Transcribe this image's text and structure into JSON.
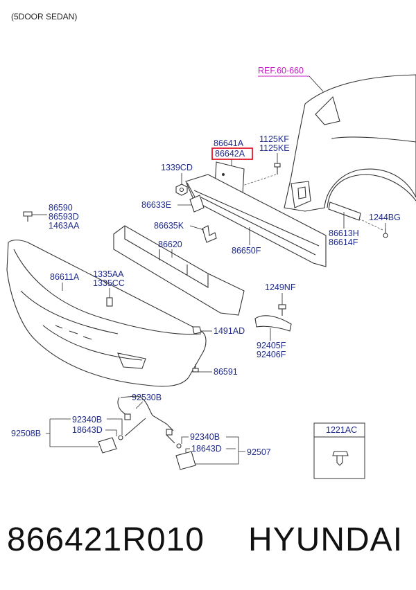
{
  "header": {
    "variant": "(5DOOR SEDAN)",
    "ref": "REF.60-660"
  },
  "labels": {
    "l86641A": "86641A",
    "l86642A": "86642A",
    "l1125KF": "1125KF",
    "l1125KE": "1125KE",
    "l1339CD": "1339CD",
    "l86590": "86590",
    "l86593D": "86593D",
    "l1463AA": "1463AA",
    "l86633E": "86633E",
    "l86635K": "86635K",
    "l86620": "86620",
    "l86650F": "86650F",
    "l86613H": "86613H",
    "l86614F": "86614F",
    "l1244BG": "1244BG",
    "l86611A": "86611A",
    "l1335AA": "1335AA",
    "l1335CC": "1335CC",
    "l1249NF": "1249NF",
    "l1491AD": "1491AD",
    "l92405F": "92405F",
    "l92406F": "92406F",
    "l86591": "86591",
    "l92530B": "92530B",
    "l92340B_left": "92340B",
    "l18643D_left": "18643D",
    "l92508B": "92508B",
    "l92340B_right": "92340B",
    "l18643D_right": "18643D",
    "l92507": "92507",
    "l1221AC": "1221AC"
  },
  "highlight": {
    "color": "#e0182a"
  },
  "footer": {
    "part_number": "866421R010",
    "brand": "HYUNDAI"
  }
}
